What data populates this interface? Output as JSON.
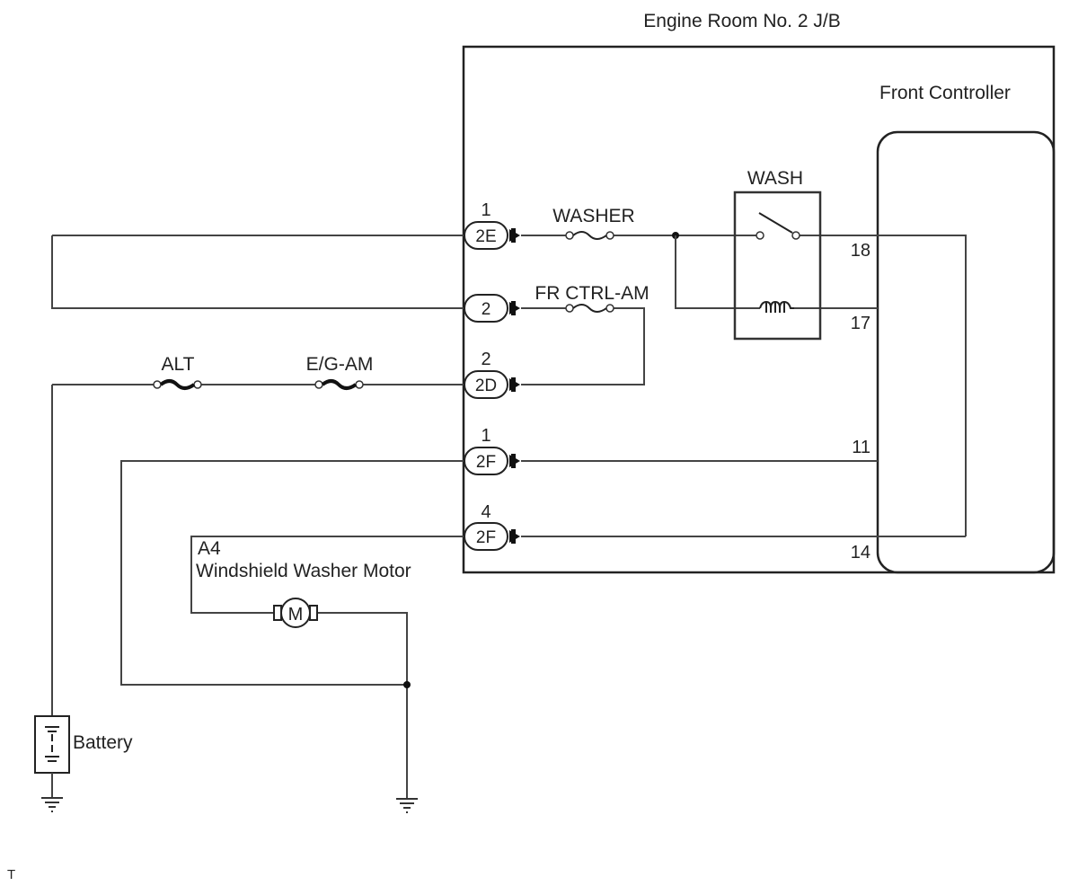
{
  "title": "Engine Room No. 2 J/B",
  "components": {
    "front_controller": "Front Controller",
    "relay": "WASH",
    "battery": "Battery",
    "motor_code": "A4",
    "motor_name": "Windshield Washer Motor",
    "motor_symbol": "M"
  },
  "fuses": {
    "washer": "WASHER",
    "fr_ctrl_am": "FR CTRL-AM",
    "alt": "ALT",
    "eg_am": "E/G-AM"
  },
  "connectors": [
    {
      "code": "2E",
      "pin": "1"
    },
    {
      "code": "2",
      "pin": ""
    },
    {
      "code": "2D",
      "pin": "2"
    },
    {
      "code": "2F",
      "pin": "1"
    },
    {
      "code": "2F",
      "pin": "4"
    }
  ],
  "controller_pins": [
    "18",
    "17",
    "11",
    "14"
  ],
  "footer": "T"
}
